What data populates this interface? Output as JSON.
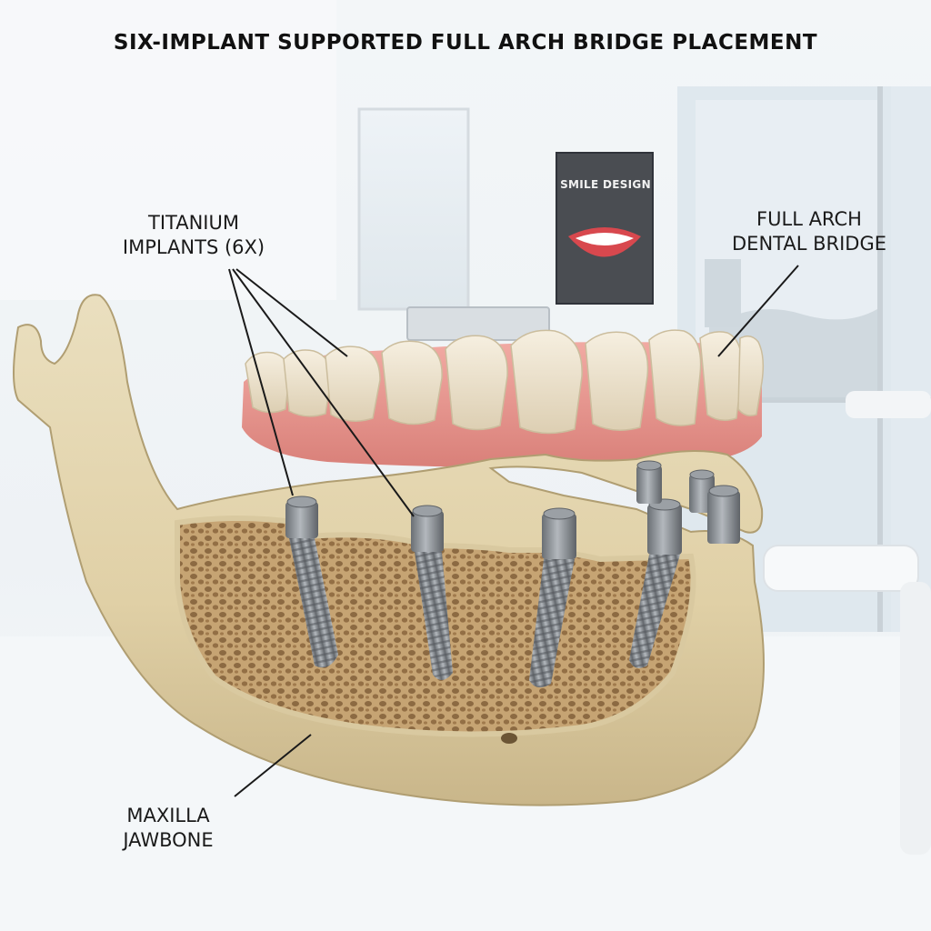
{
  "title": "SIX-IMPLANT SUPPORTED FULL ARCH BRIDGE PLACEMENT",
  "labels": {
    "implants": [
      "TITANIUM",
      "IMPLANTS (6X)"
    ],
    "bridge": [
      "FULL ARCH",
      "DENTAL BRIDGE"
    ],
    "jawbone": [
      "MAXILLA",
      "JAWBONE"
    ]
  },
  "poster": {
    "text": "SMILE DESIGN"
  },
  "colors": {
    "bone": "#e3d5b0",
    "bone_shadow": "#b9a77c",
    "spongy_bone": "#c9a878",
    "gum": "#e79a94",
    "tooth": "#efe6d3",
    "titanium": "#8c9196",
    "leader_line": "#1a1a1a"
  }
}
